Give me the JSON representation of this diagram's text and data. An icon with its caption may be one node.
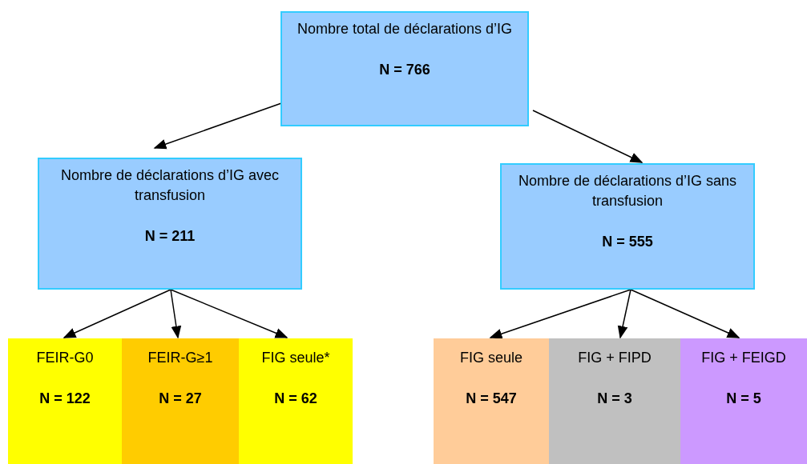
{
  "diagram": {
    "nodes": [
      {
        "text": [
          "Nombre total de déclarations d’IG",
          "N = 766"
        ]
      },
      {
        "text": [
          "Nombre de déclarations d’IG avec transfusion",
          "N = 211"
        ]
      },
      {
        "text": [
          "Nombre de déclarations d’IG sans transfusion",
          "N = 555"
        ]
      },
      {
        "text": [
          "FEIR-G0",
          "N = 122"
        ]
      },
      {
        "text": [
          "FEIR-G≥1",
          "N = 27"
        ]
      },
      {
        "text": [
          "FIG seule*",
          "N = 62"
        ]
      },
      {
        "text": [
          "FIG seule",
          "N = 547"
        ]
      },
      {
        "text": [
          "FIG + FIPD",
          "N = 3"
        ]
      },
      {
        "text": [
          "FIG + FEIGD",
          "N = 5"
        ]
      }
    ],
    "edges": [
      {
        "from": 0,
        "to": 1,
        "arrow": "to"
      },
      {
        "from": 0,
        "to": 2,
        "arrow": "to"
      },
      {
        "from": 1,
        "to": 3,
        "arrow": "to"
      },
      {
        "from": 1,
        "to": 4,
        "arrow": "to"
      },
      {
        "from": 1,
        "to": 5,
        "arrow": "to"
      },
      {
        "from": 2,
        "to": 6,
        "arrow": "to"
      },
      {
        "from": 2,
        "to": 7,
        "arrow": "to"
      },
      {
        "from": 2,
        "to": 8,
        "arrow": "to"
      }
    ]
  }
}
